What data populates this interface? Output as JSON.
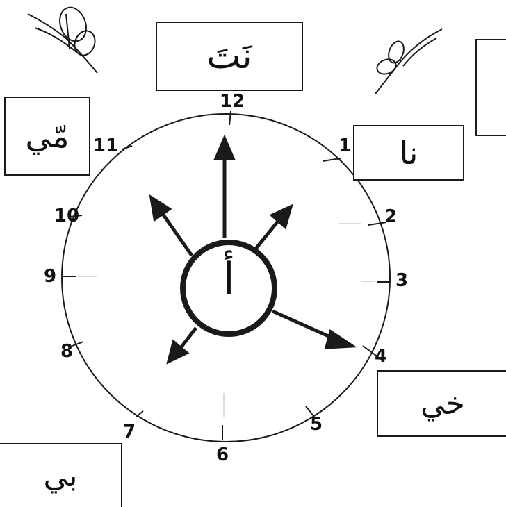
{
  "center_letter": "أ",
  "boxes": {
    "top": "نَتَ",
    "left": "مّي",
    "right": "نا",
    "bottom_right": "خي",
    "bottom_left": "بي"
  },
  "clock_numbers": [
    "12",
    "1",
    "2",
    "3",
    "4",
    "5",
    "6",
    "7",
    "8",
    "9",
    "10",
    "11"
  ]
}
